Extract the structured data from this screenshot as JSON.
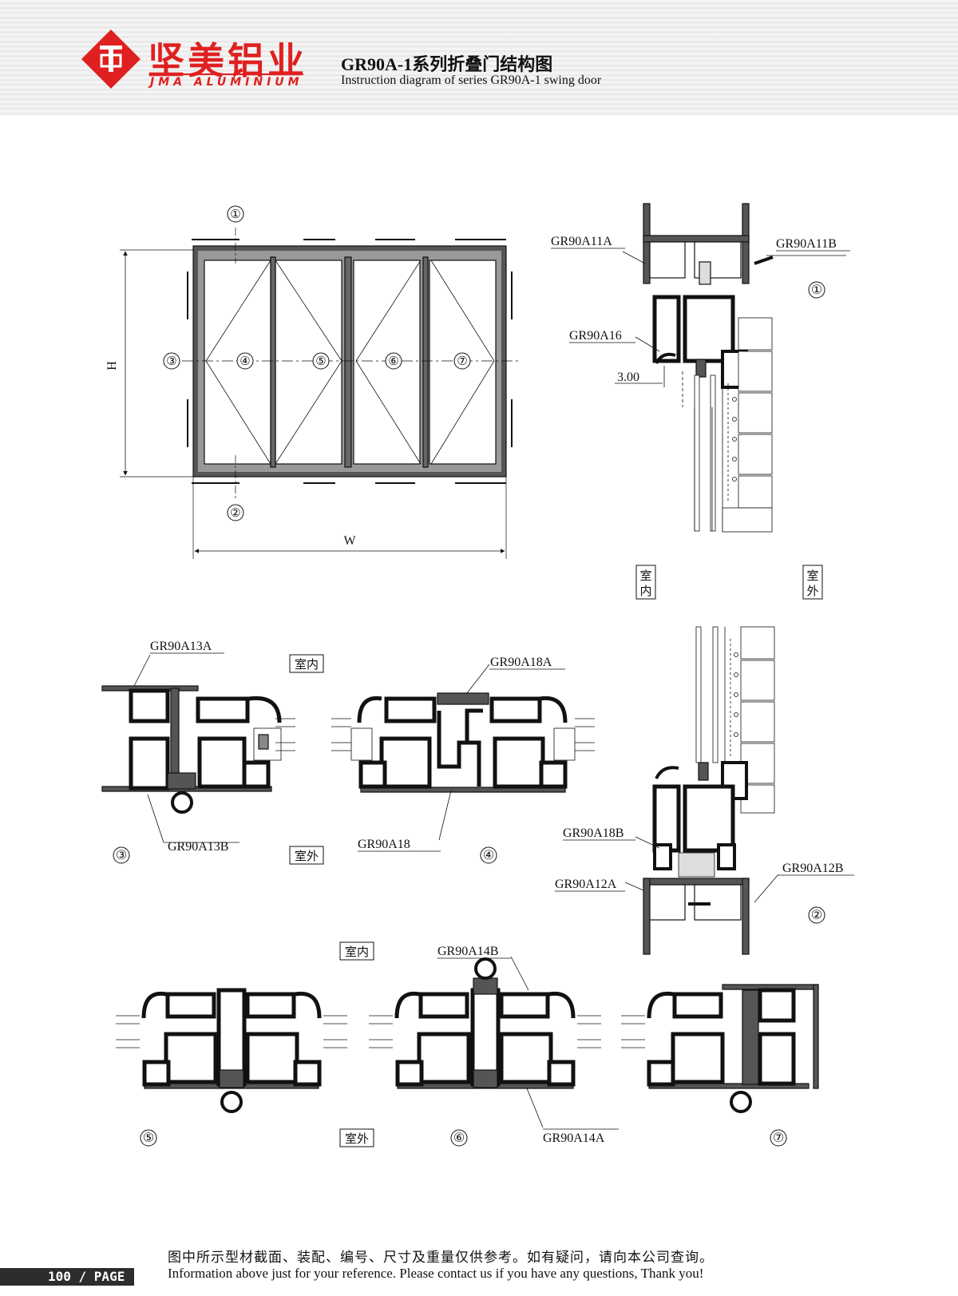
{
  "brand": {
    "name_cn": "坚美铝业",
    "name_en": "JMA ALUMINIUM",
    "logo_color": "#e02020"
  },
  "title": {
    "cn": "GR90A-1系列折叠门结构图",
    "en": "Instruction diagram of series GR90A-1 swing door"
  },
  "elevation": {
    "width_label": "W",
    "height_label": "H",
    "markers": [
      "①",
      "②",
      "③",
      "④",
      "⑤",
      "⑥",
      "⑦"
    ]
  },
  "section_markers": {
    "s1": "①",
    "s2": "②",
    "s3": "③",
    "s4": "④",
    "s5": "⑤",
    "s6": "⑥",
    "s7": "⑦"
  },
  "parts": {
    "a11a": "GR90A11A",
    "a11b": "GR90A11B",
    "a16": "GR90A16",
    "a13a": "GR90A13A",
    "a13b": "GR90A13B",
    "a18a": "GR90A18A",
    "a18": "GR90A18",
    "a18b": "GR90A18B",
    "a12a": "GR90A12A",
    "a12b": "GR90A12B",
    "a14b": "GR90A14B",
    "a14a": "GR90A14A"
  },
  "dimension": {
    "gap": "3.00"
  },
  "side_labels": {
    "indoor": "室内",
    "outdoor": "室外",
    "indoor_v1": "室",
    "indoor_v2": "内",
    "outdoor_v1": "室",
    "outdoor_v2": "外"
  },
  "footer": {
    "note_cn": "图中所示型材截面、装配、编号、尺寸及重量仅供参考。如有疑问，请向本公司查询。",
    "note_en": "Information above just for your reference. Please contact us if you have any questions, Thank you!",
    "page": "100 / PAGE"
  }
}
